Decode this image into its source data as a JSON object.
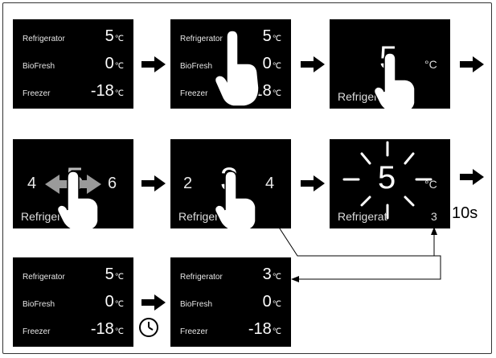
{
  "labels": {
    "refrigerator": "Refrigerator",
    "refrigerator_trunc": "Refrigerat",
    "biofresh": "BioFresh",
    "freezer": "Freezer",
    "unit": "°C",
    "unit_small": "℃"
  },
  "values": {
    "ref_initial": "5",
    "bio": "0",
    "freezer": "-18",
    "ref_new": "3"
  },
  "steps": {
    "edit_value": "5",
    "adjust_left": "4",
    "adjust_value": "5",
    "adjust_right": "6",
    "set_left": "2",
    "set_value": "3",
    "set_right": "4",
    "confirm_value": "5",
    "confirm_count": "3"
  },
  "timing": {
    "wait": "10s"
  },
  "icons": [
    "pointing-hand-icon",
    "arrow-right-icon",
    "clock-icon",
    "left-right-arrow-icon"
  ]
}
